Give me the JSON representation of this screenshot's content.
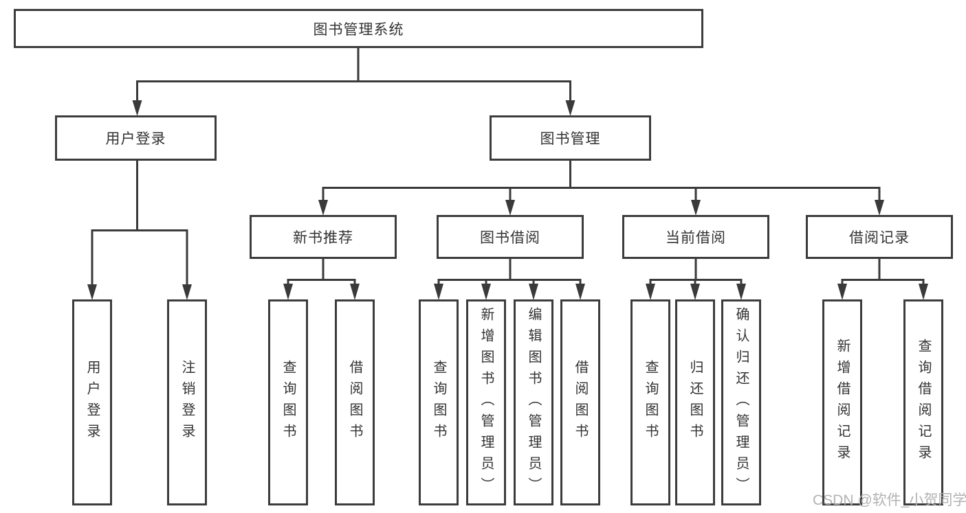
{
  "colors": {
    "line": "#3a3a3a",
    "border": "#3c3c3c",
    "text": "#333333",
    "watermark": "#b2b2b2",
    "background": "#ffffff"
  },
  "watermark": "CSDN @软件_小贺同学",
  "tree": {
    "root": "图书管理系统",
    "branches": [
      {
        "label": "用户登录",
        "children": [
          {
            "label": "用户登录"
          },
          {
            "label": "注销登录"
          }
        ]
      },
      {
        "label": "图书管理",
        "children": [
          {
            "label": "新书推荐",
            "children": [
              {
                "label": "查询图书"
              },
              {
                "label": "借阅图书"
              }
            ]
          },
          {
            "label": "图书借阅",
            "children": [
              {
                "label": "查询图书"
              },
              {
                "label": "新增图书（管理员）"
              },
              {
                "label": "编辑图书（管理员）"
              },
              {
                "label": "借阅图书"
              }
            ]
          },
          {
            "label": "当前借阅",
            "children": [
              {
                "label": "查询图书"
              },
              {
                "label": "归还图书"
              },
              {
                "label": "确认归还（管理员）"
              }
            ]
          },
          {
            "label": "借阅记录",
            "children": [
              {
                "label": "新增借阅记录"
              },
              {
                "label": "查询借阅记录"
              }
            ]
          }
        ]
      }
    ]
  }
}
